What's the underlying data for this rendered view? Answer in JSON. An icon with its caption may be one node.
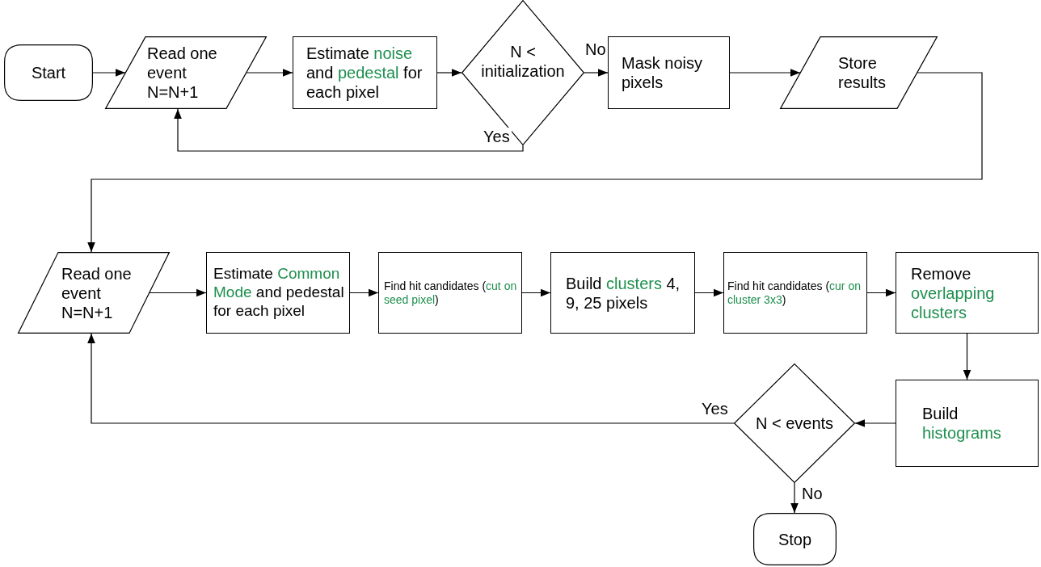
{
  "diagram": {
    "nodes": [
      {
        "text": [
          "Start"
        ]
      },
      {
        "text": [
          "Read one event N=N+1"
        ]
      },
      {
        "text": [
          "Estimate *noise* and *pedestal* for each pixel"
        ]
      },
      {
        "text": [
          "N < initialization"
        ]
      },
      {
        "text": [
          "Mask noisy pixels"
        ]
      },
      {
        "text": [
          "Store results"
        ]
      },
      {
        "text": [
          "Read one event N=N+1"
        ]
      },
      {
        "text": [
          "Estimate *Common Mode* and pedestal for each pixel"
        ]
      },
      {
        "text": [
          "Find hit candidates (*cut on seed pixel*)"
        ]
      },
      {
        "text": [
          "Build *clusters* 4, 9, 25 pixels"
        ]
      },
      {
        "text": [
          "Find hit candidates (*cur on cluster 3x3*)"
        ]
      },
      {
        "text": [
          "Remove *overlapping clusters*"
        ]
      },
      {
        "text": [
          "Build *histograms*"
        ]
      },
      {
        "text": [
          "N < events"
        ]
      },
      {
        "text": [
          "Stop"
        ]
      }
    ],
    "edges": [
      {
        "from": 0,
        "to": 1,
        "arrow": "to"
      },
      {
        "from": 1,
        "to": 2,
        "arrow": "to"
      },
      {
        "from": 2,
        "to": 3,
        "arrow": "to"
      },
      {
        "from": 3,
        "to": 4,
        "arrow": "to",
        "label": "No"
      },
      {
        "from": 3,
        "to": 1,
        "arrow": "to",
        "label": "Yes"
      },
      {
        "from": 4,
        "to": 5,
        "arrow": "to"
      },
      {
        "from": 5,
        "to": 6,
        "arrow": "to"
      },
      {
        "from": 6,
        "to": 7,
        "arrow": "to"
      },
      {
        "from": 7,
        "to": 8,
        "arrow": "to"
      },
      {
        "from": 8,
        "to": 9,
        "arrow": "to"
      },
      {
        "from": 9,
        "to": 10,
        "arrow": "to"
      },
      {
        "from": 10,
        "to": 11,
        "arrow": "to"
      },
      {
        "from": 11,
        "to": 12,
        "arrow": "to"
      },
      {
        "from": 12,
        "to": 13,
        "arrow": "to"
      },
      {
        "from": 13,
        "to": 6,
        "arrow": "to",
        "label": "Yes"
      },
      {
        "from": 13,
        "to": 14,
        "arrow": "to",
        "label": "No"
      }
    ]
  }
}
